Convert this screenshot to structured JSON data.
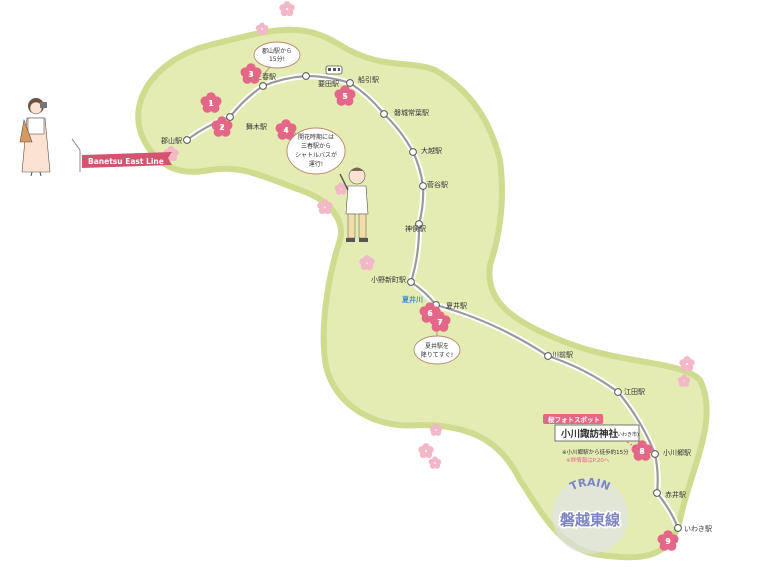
{
  "line_banner": "Banetsu East Line",
  "stations": [
    {
      "id": "koriyama",
      "label": "郡山駅"
    },
    {
      "id": "maigi",
      "label": "舞木駅"
    },
    {
      "id": "miharu",
      "label": "三春駅"
    },
    {
      "id": "kanameta",
      "label": "要田駅"
    },
    {
      "id": "funehiki",
      "label": "船引駅"
    },
    {
      "id": "iwaki-tokiwa",
      "label": "磐城常葉駅"
    },
    {
      "id": "ogoe",
      "label": "大越駅"
    },
    {
      "id": "sugaya",
      "label": "菅谷駅"
    },
    {
      "id": "kamimata",
      "label": "神俣駅"
    },
    {
      "id": "ononiimachi",
      "label": "小野新町駅"
    },
    {
      "id": "natsui",
      "label": "夏井駅"
    },
    {
      "id": "kawamae",
      "label": "川前駅"
    },
    {
      "id": "eda",
      "label": "江田駅"
    },
    {
      "id": "ogawago",
      "label": "小川郷駅"
    },
    {
      "id": "akai",
      "label": "赤井駅"
    },
    {
      "id": "iwaki",
      "label": "いわき駅"
    }
  ],
  "spots": [
    "1",
    "2",
    "3",
    "4",
    "5",
    "6",
    "7",
    "8",
    "9"
  ],
  "callouts": {
    "koriyama_15min": [
      "郡山駅から",
      "15分!"
    ],
    "shuttle": [
      "開花時期には",
      "三春駅から",
      "シャトルバスが",
      "運行!"
    ],
    "natsui_get_off": [
      "夏井駅を",
      "降りてすぐ!"
    ]
  },
  "river_label": "夏井川",
  "shrine_box": {
    "tag": "桜フォトスポット",
    "name": "小川諏訪神社",
    "area": "(いわき市)",
    "note1": "※小川郷駅から徒歩約15分",
    "note2": "※詳情報はP.20へ"
  },
  "logo": {
    "arc_text": "TRAIN",
    "title": "磐越東線"
  },
  "colors": {
    "land": "#e4ecb4",
    "land_stroke": "#cfdb8e",
    "rail": "#9a9a9a",
    "badge": "#e46787",
    "blossom": "#f2b8c8",
    "banner": "#d4546f",
    "logo_blue": "#7e86c2",
    "river": "#3a8fd6"
  },
  "icons": [
    "cherry-blossom-icon",
    "station-marker-icon",
    "train-icon",
    "woman-with-camera-figure",
    "man-pointing-figure"
  ]
}
